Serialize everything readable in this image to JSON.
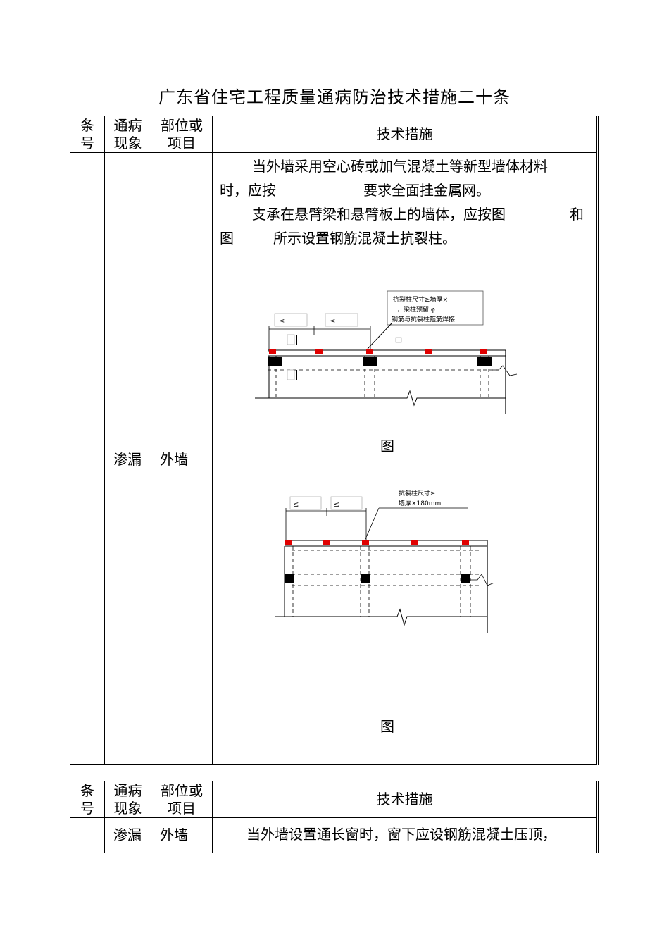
{
  "title": "广东省住宅工程质量通病防治技术措施二十条",
  "headers": {
    "col1_line1": "条",
    "col1_line2": "号",
    "col2_line1": "通病",
    "col2_line2": "现象",
    "col3_line1": "部位或",
    "col3_line2": "项目",
    "col4": "技术措施"
  },
  "row1": {
    "phenomenon": "渗漏",
    "location": "外墙",
    "para1_line1": "当外墙采用空心砖或加气混凝土等新型墙体材料",
    "para1_line2a": "时，应按",
    "para1_line2b": "要求全面挂金属网。",
    "para2_line1a": "支承在悬臂梁和悬臂板上的墙体，应按图",
    "para2_line1b": "和",
    "para2_line2a": "图",
    "para2_line2b": "所示设置钢筋混凝土抗裂柱。",
    "fig1": {
      "note_line1": "抗裂柱尺寸≥墙厚×",
      "note_line2": "，梁柱预留  φ",
      "note_line3": "钢筋与抗裂柱箍筋焊接",
      "dim1": "≤",
      "dim2": "≤",
      "caption": "图"
    },
    "fig2": {
      "note_line1": "抗裂柱尺寸≥",
      "note_line2": "墙厚×180mm",
      "dim1": "≤",
      "dim2": "≤",
      "caption": "图"
    }
  },
  "row2": {
    "phenomenon": "渗漏",
    "location": "外墙",
    "text": "当外墙设置通长窗时，窗下应设钢筋混凝土压顶，"
  }
}
